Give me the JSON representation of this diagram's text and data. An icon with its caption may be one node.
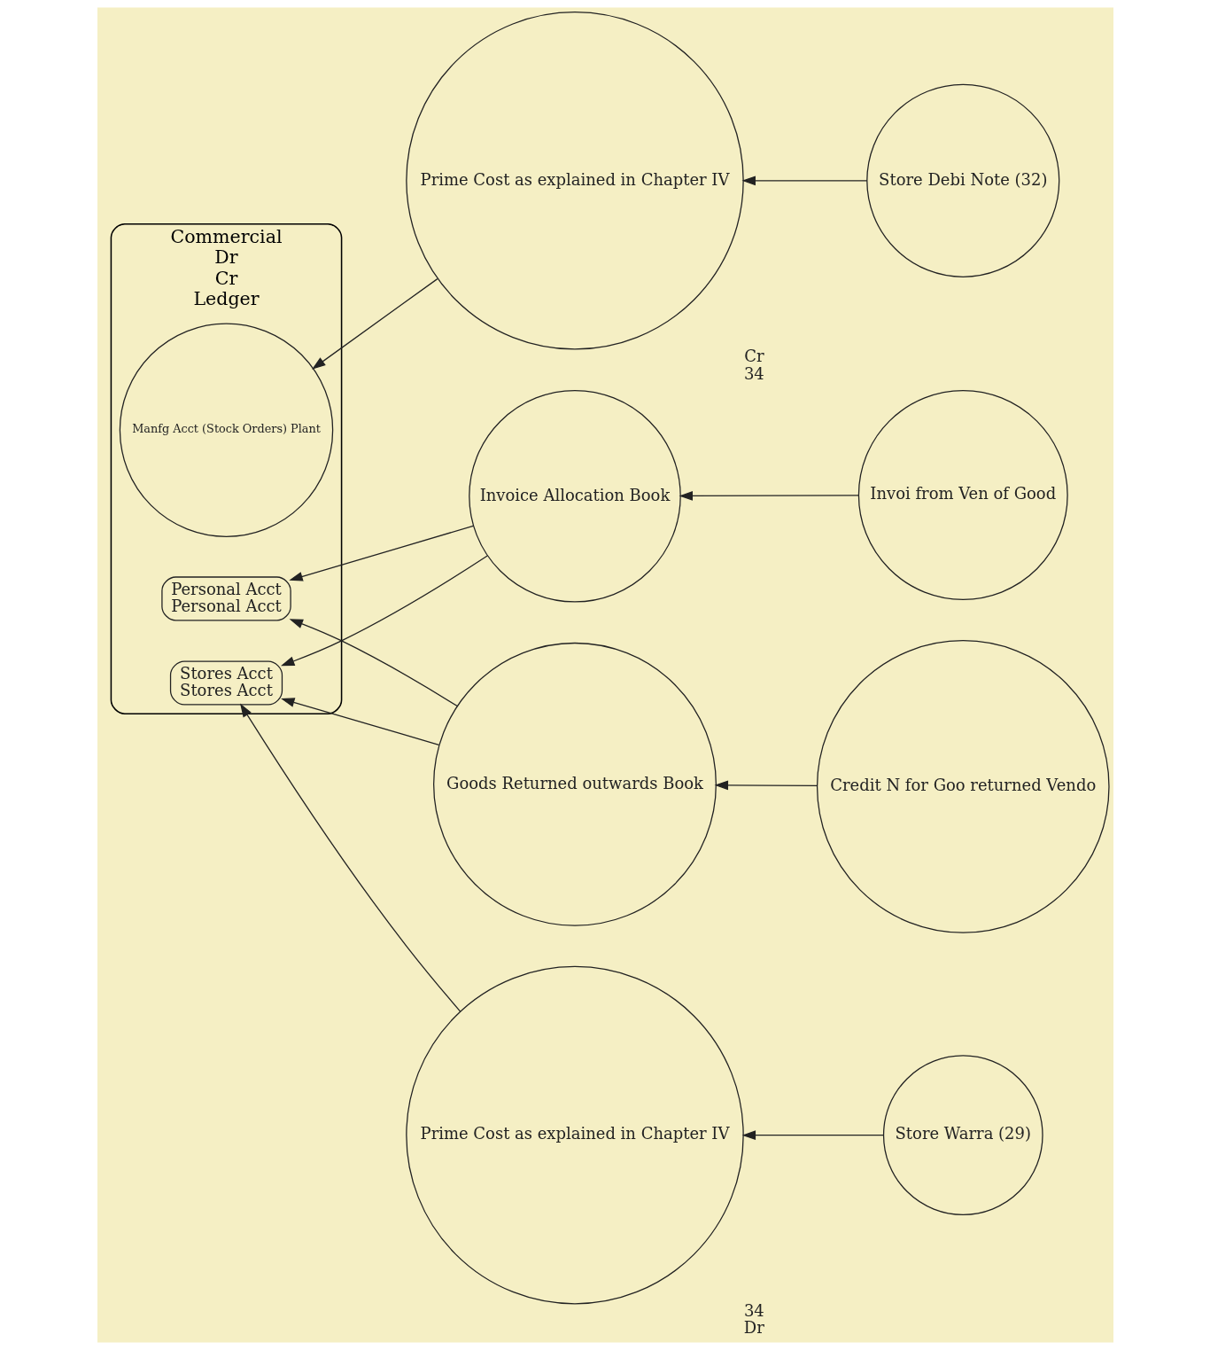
{
  "diagram": {
    "nodes": [
      {
        "text": [
          "Commercial",
          "Dr",
          "Cr",
          "Ledger"
        ]
      },
      {
        "text": [
          "Manfg Acct (Stock Orders) Plant"
        ],
        "in": 0
      },
      {
        "text": [
          "Stores Acct",
          "Stores Acct"
        ],
        "in": 0
      },
      {
        "text": [
          "Personal Acct",
          "Personal Acct"
        ],
        "in": 0
      },
      {
        "text": [
          "Prime Cost as explained in Chapter IV"
        ],
        "beside": [
          "Cr",
          "34"
        ]
      },
      {
        "text": [
          "Invoice Allocation Book"
        ]
      },
      {
        "text": [
          "Goods Returned outwards Book"
        ]
      },
      {
        "text": [
          "Prime Cost as explained in Chapter IV"
        ],
        "beside": [
          "34",
          "Dr"
        ]
      },
      {
        "text": [
          "Store Debi Note (32)"
        ]
      },
      {
        "text": [
          "Invoi from Ven of Good"
        ]
      },
      {
        "text": [
          "Credit N for Goo returned Vendo"
        ]
      },
      {
        "text": [
          "Store Warra (29)"
        ]
      }
    ],
    "edges": [
      {
        "from": 8,
        "to": 4,
        "arrow": "to"
      },
      {
        "from": 4,
        "to": 1,
        "arrow": "to"
      },
      {
        "from": 9,
        "to": 5,
        "arrow": "to"
      },
      {
        "from": 5,
        "to": 2,
        "arrow": "to"
      },
      {
        "from": 5,
        "to": 3,
        "arrow": "to"
      },
      {
        "from": 10,
        "to": 6,
        "arrow": "to"
      },
      {
        "from": 6,
        "to": 3,
        "arrow": "to"
      },
      {
        "from": 6,
        "to": 2,
        "arrow": "to"
      },
      {
        "from": 11,
        "to": 7,
        "arrow": "to"
      },
      {
        "from": 7,
        "to": 2,
        "arrow": "to"
      }
    ]
  }
}
